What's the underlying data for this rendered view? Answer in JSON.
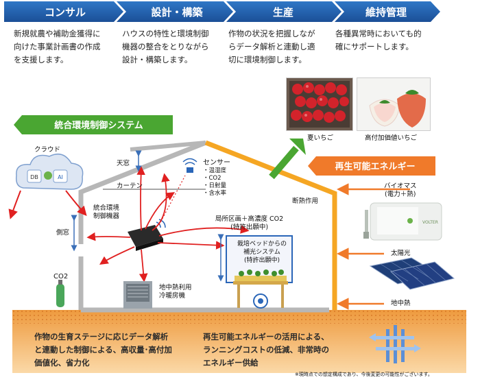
{
  "steps": [
    {
      "title": "コンサル",
      "text": [
        "新規就農や補助金獲得に",
        "向けた事業計画書の作成",
        "を支援します。"
      ]
    },
    {
      "title": "設計・構築",
      "text": [
        "ハウスの特性と環境制御",
        "機器の整合をとりながら",
        "設計・構築します。"
      ]
    },
    {
      "title": "生産",
      "text": [
        "作物の状況を把握しなが",
        "らデータ解析と連動し適",
        "切に環境制御します。"
      ]
    },
    {
      "title": "維持管理",
      "text": [
        "各種異常時においても的",
        "確にサポートします。"
      ]
    }
  ],
  "system_label": "統合環境制御システム",
  "renewable_label": "再生可能エネルギー",
  "photos": {
    "summer": "夏いちご",
    "premium": "高付加価値いちご"
  },
  "cloud": {
    "title": "クラウド",
    "db": "DB",
    "ai": "AI"
  },
  "house": {
    "tenmado": "天窓",
    "curtain": "カーテン",
    "sokumado": "側窓",
    "controller": [
      "統合環境",
      "制御機器"
    ],
    "sensor_title": "センサー",
    "sensor_items": [
      "・温湿度",
      "・CO2",
      "・日射量",
      "・含水率"
    ],
    "insulation": "断熱作用",
    "local_heating": [
      "局所区画＋高濃度 CO2",
      "(特許出願中)"
    ],
    "bed_light": [
      "栽培ベッドからの",
      "補光システム",
      "(特許出願中)"
    ],
    "geothermal_unit": [
      "地中熱利用",
      "冷暖房機"
    ],
    "co2": "CO2"
  },
  "energy": {
    "biomass": [
      "バイオマス",
      "(電力＋熱)"
    ],
    "solar": "太陽光",
    "geothermal": "地中熱",
    "biomass_brand": "VOLTER"
  },
  "ground": {
    "left": [
      "作物の生育ステージに応じデータ解析",
      "と連動した制御による、高収量･高付加",
      "価値化、省力化"
    ],
    "right": [
      "再生可能エネルギーの活用による、",
      "ランニングコストの低減、非常時の",
      "エネルギー供給"
    ]
  },
  "footnote": "※現時点での想定構成であり、今後変更の可能性がございます。",
  "colors": {
    "step_blue": "#1f5faa",
    "green": "#4aa632",
    "orange": "#f07a2a",
    "house_orange": "#f5a623",
    "ground": "#f3a04a",
    "red_arrow": "#e02020"
  }
}
